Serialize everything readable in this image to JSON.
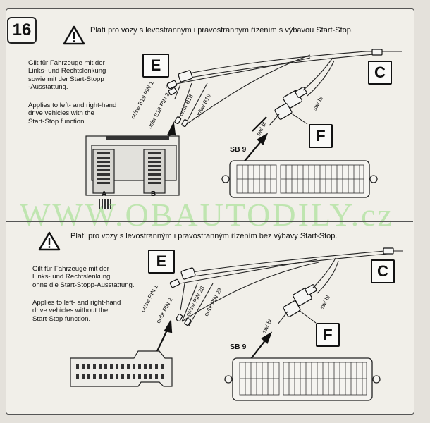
{
  "page_number": "16",
  "watermark": "WWW.OBAUTODILY.cz",
  "top_section": {
    "header": "Platí pro vozy s levostranným i pravostranným řízením s výbavou Start-Stop.",
    "german": [
      "Gilt für Fahrzeuge mit der",
      "Links- und Rechtslenkung",
      "sowie mit der Start-Stopp",
      "-Ausstattung."
    ],
    "english": [
      "Applies to left- and right-hand",
      "drive vehicles with the",
      "Start-Stop function."
    ],
    "box_e": "E",
    "box_c": "C",
    "box_f": "F",
    "wire_labels": [
      "or/sw B19 PIN 1",
      "or/br B18 PIN 2",
      "or/br B18",
      "or/sw B19"
    ],
    "f_wire_labels": [
      "sw/ bl",
      "sw/ bl"
    ],
    "sb_label": "SB 9",
    "connector_a": "A",
    "connector_b": "B"
  },
  "bottom_section": {
    "header": "Platí pro vozy s levostranným i pravostranným řízením bez výbavy Start-Stop.",
    "german": [
      "Gilt für Fahrzeuge mit der",
      "Links- und Rechtslenkung",
      "ohne die Start-Stopp-Ausstattung."
    ],
    "english": [
      "Applies to left- and right-hand",
      "drive vehicles without the",
      "Start-Stop function."
    ],
    "box_e": "E",
    "box_c": "C",
    "box_f": "F",
    "wire_labels": [
      "or/sw PIN 1",
      "or/br PIN 2",
      "or/sw PIN 28",
      "or/br PIN 29"
    ],
    "f_wire_labels": [
      "sw/ bl",
      "sw/ bl"
    ],
    "sb_label": "SB 9"
  },
  "colors": {
    "ink": "#111111",
    "paper": "#f1efe9",
    "watermark": "#96dc82"
  }
}
